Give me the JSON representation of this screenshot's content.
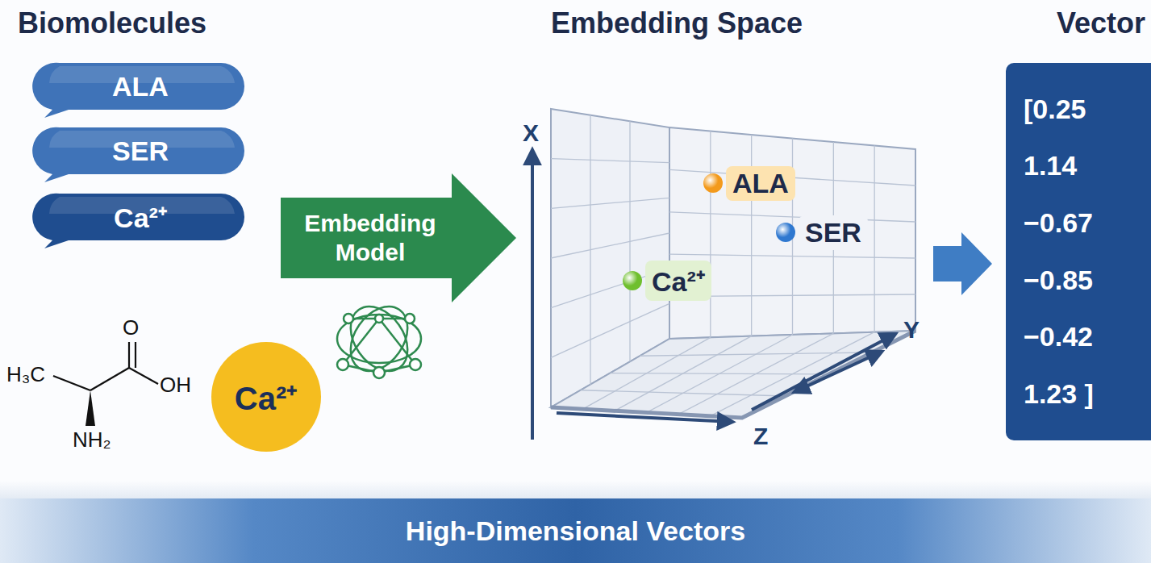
{
  "diagram": {
    "nodes": [
      {
        "text": [
          "ALA"
        ]
      },
      {
        "text": [
          "SER"
        ]
      },
      {
        "text": [
          "Ca²⁺"
        ]
      },
      {
        "text": [
          "Ca²⁺"
        ]
      },
      {
        "text": [
          "Embedding Model"
        ]
      },
      {
        "text": [
          "ALA"
        ]
      },
      {
        "text": [
          "SER"
        ]
      },
      {
        "text": [
          "Ca²⁺"
        ]
      },
      {
        "text": [
          "[0.25",
          "1.14",
          "−0.67",
          "−0.85",
          "−0.42",
          "1.23 ]"
        ]
      },
      {
        "text": [
          "High-Dimensional Vectors"
        ]
      }
    ],
    "labels": [
      "Biomolecules",
      "Embedding Space",
      "Vector",
      "H₃C",
      "O",
      "OH",
      "NH₂",
      "X",
      "Y",
      "Z"
    ]
  }
}
